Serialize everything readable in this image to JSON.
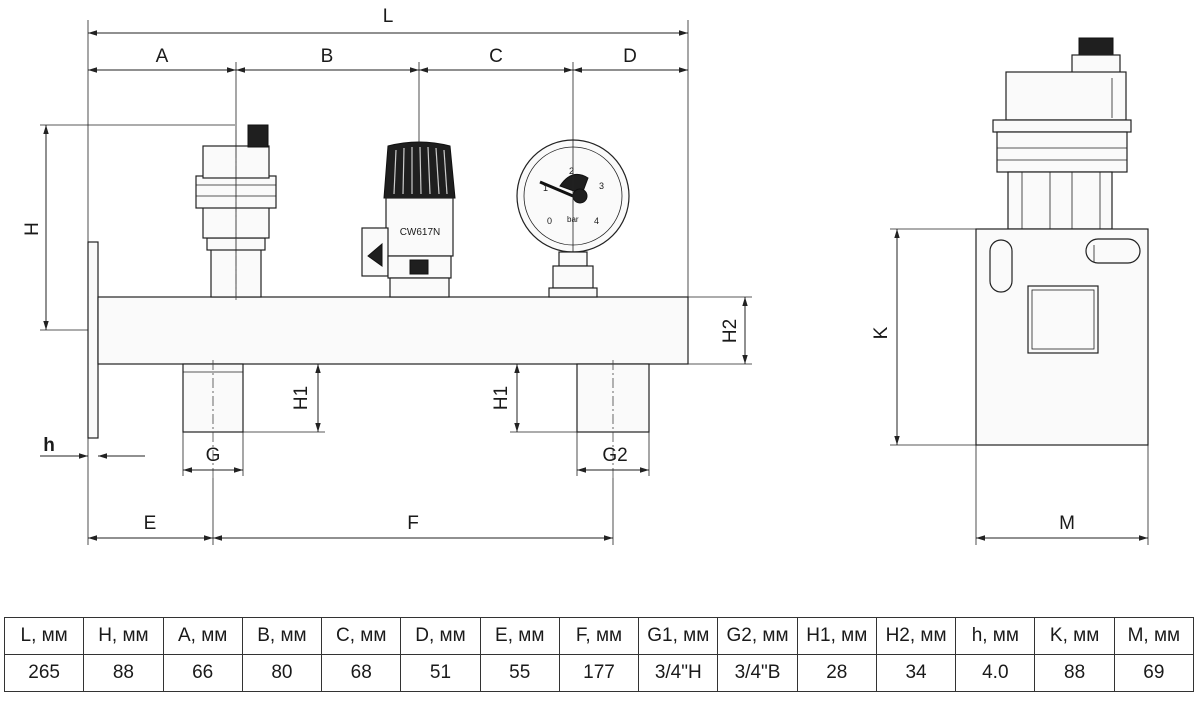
{
  "dimension_labels": {
    "L": "L",
    "A": "A",
    "B": "B",
    "C": "C",
    "D": "D",
    "H": "H",
    "H2": "H2",
    "H1_left": "H1",
    "H1_right": "H1",
    "h": "h",
    "G": "G",
    "G2": "G2",
    "E": "E",
    "F": "F",
    "K": "K",
    "M": "M"
  },
  "valve_marking": "CW617N",
  "gauge": {
    "unit": "bar",
    "ticks": [
      "0",
      "1",
      "2",
      "3",
      "4"
    ]
  },
  "table": {
    "headers": [
      "L, мм",
      "H, мм",
      "A, мм",
      "B, мм",
      "C, мм",
      "D, мм",
      "E, мм",
      "F, мм",
      "G1, мм",
      "G2, мм",
      "H1, мм",
      "H2, мм",
      "h, мм",
      "K, мм",
      "M, мм"
    ],
    "values": [
      "265",
      "88",
      "66",
      "80",
      "68",
      "51",
      "55",
      "177",
      "3/4\"Н",
      "3/4\"В",
      "28",
      "34",
      "4.0",
      "88",
      "69"
    ]
  }
}
